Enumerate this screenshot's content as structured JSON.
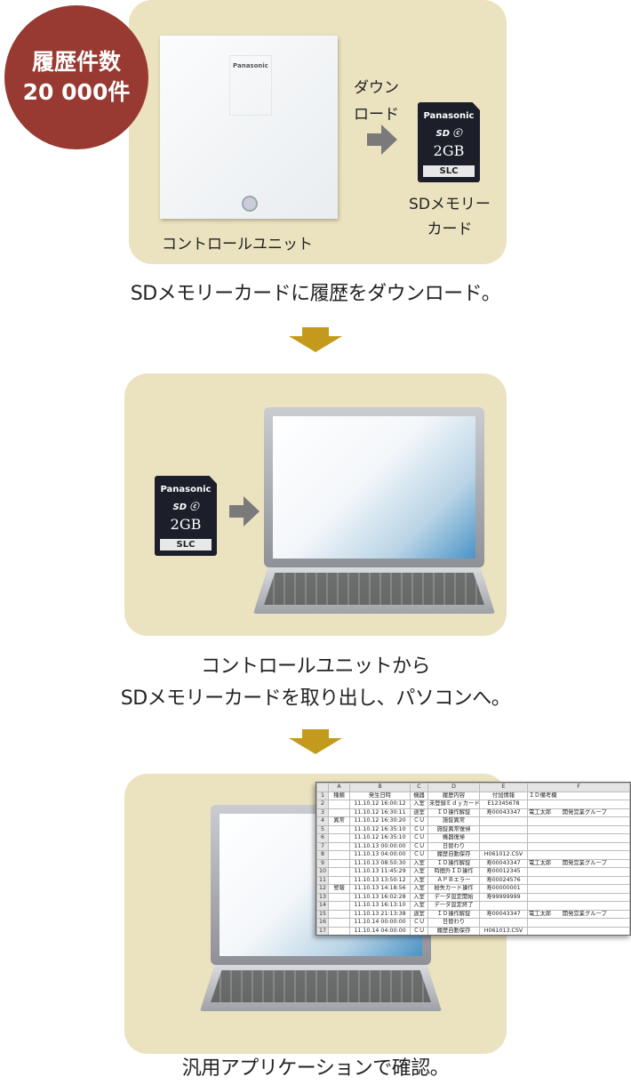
{
  "step1": {
    "badge_line1": "履歴件数",
    "badge_line2": "20 000件",
    "unit_brand": "Panasonic",
    "unit_label": "コントロールユニット",
    "download_label_1": "ダウン",
    "download_label_2": "ロード",
    "sd_label_1": "SDメモリー",
    "sd_label_2": "カード",
    "caption": "SDメモリーカードに履歴をダウンロード。"
  },
  "sd_card": {
    "brand": "Panasonic",
    "logo": "SD ⓒ",
    "capacity": "2GB",
    "type": "SLC"
  },
  "step2": {
    "caption_1": "コントロールユニットから",
    "caption_2": "SDメモリーカードを取り出し、パソコンへ。"
  },
  "step3": {
    "caption": "汎用アプリケーションで確認。"
  },
  "colors": {
    "panel": "#ebe2bf",
    "badge": "#983a32",
    "arrow": "#c49a1c",
    "grey_arrow": "#7a7a7a"
  },
  "spreadsheet": {
    "columns": [
      "",
      "A",
      "B",
      "C",
      "D",
      "E",
      "F"
    ],
    "rows": [
      [
        "1",
        "種類",
        "発生日時",
        "機器",
        "履歴内容",
        "付加情報",
        "ＩＤ備考欄"
      ],
      [
        "2",
        "",
        "11.10.12 16:00:12",
        "入室",
        "未登録Ｅｄｙカード",
        "E12345678",
        ""
      ],
      [
        "3",
        "",
        "11.10.12 16:30:11",
        "退室",
        "ＩＤ操作解錠",
        "寿00043347",
        "電工太郎　　開発営業グループ"
      ],
      [
        "4",
        "異常",
        "11.10.12 16:30:20",
        "ＣＵ",
        "施錠異常",
        "",
        " "
      ],
      [
        "5",
        "",
        "11.10.12 16:35:10",
        "ＣＵ",
        "施錠異常復帰",
        "",
        ""
      ],
      [
        "6",
        "",
        "11.10.12 16:35:10",
        "ＣＵ",
        "機器復帰",
        "",
        ""
      ],
      [
        "7",
        "",
        "11.10.13 00:00:00",
        "ＣＵ",
        "日替わり",
        "",
        ""
      ],
      [
        "8",
        "",
        "11.10.13 04:00:00",
        "ＣＵ",
        "履歴自動保存",
        "H061012.CSV",
        ""
      ],
      [
        "9",
        "",
        "11.10.13 08:50:30",
        "入室",
        "ＩＤ操作解錠",
        "寿00043347",
        "電工太郎　　開発営業グループ"
      ],
      [
        "10",
        "",
        "11.10.13 11:45:29",
        "入室",
        "時間外ＩＤ操作",
        "寿00012345",
        ""
      ],
      [
        "11",
        "",
        "11.10.13 13:50:12",
        "入室",
        "ＡＰＢエラー",
        "寿00024576",
        ""
      ],
      [
        "12",
        "警報",
        "11.10.13 14:18:56",
        "入室",
        "紛失カード操作",
        "寿00000001",
        ""
      ],
      [
        "13",
        "",
        "11.10.13 16:02:28",
        "入室",
        "データ設定開始",
        "寿99999999",
        ""
      ],
      [
        "14",
        "",
        "11.10.13 16:13:10",
        "入室",
        "データ設定終了",
        "",
        ""
      ],
      [
        "15",
        "",
        "11.10.13 21:13:38",
        "退室",
        "ＩＤ操作解錠",
        "寿00043347",
        "電工太郎　　開発営業グループ"
      ],
      [
        "16",
        "",
        "11.10.14 00:00:00",
        "ＣＵ",
        "日替わり",
        "",
        ""
      ],
      [
        "17",
        "",
        "11.10.14 04:00:00",
        "ＣＵ",
        "履歴自動保存",
        "H061013.CSV",
        ""
      ]
    ]
  }
}
